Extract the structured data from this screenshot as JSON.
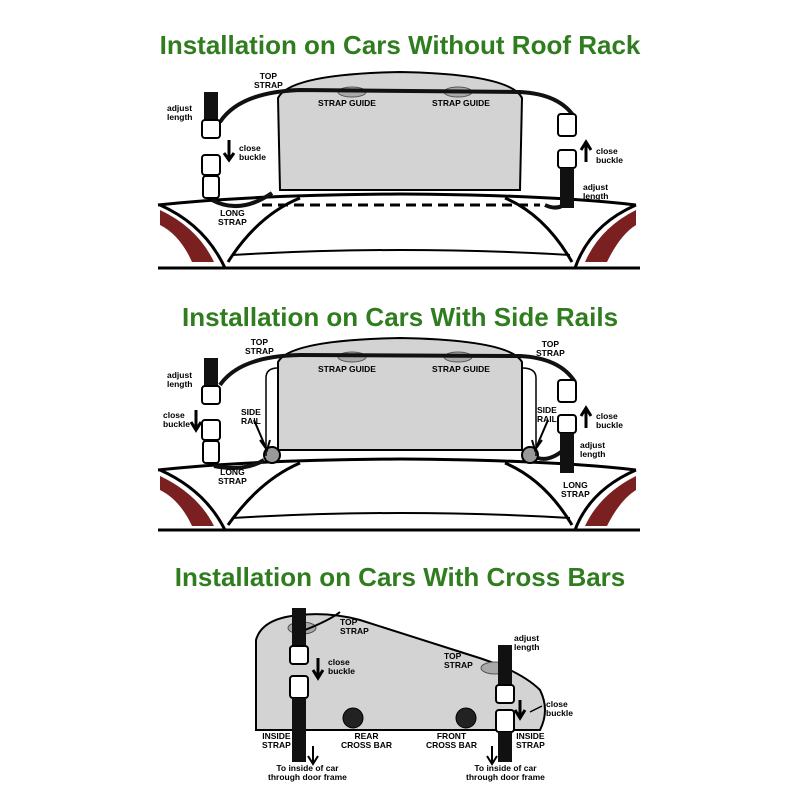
{
  "sections": [
    {
      "title": "Installation on Cars Without Roof Rack",
      "labels": {
        "top_strap": "TOP\nSTRAP",
        "strap_guide_left": "STRAP GUIDE",
        "strap_guide_right": "STRAP GUIDE",
        "adjust_length_left": "adjust\nlength",
        "close_buckle_left": "close\nbuckle",
        "long_strap": "LONG\nSTRAP",
        "close_buckle_right": "close\nbuckle",
        "adjust_length_right": "adjust\nlength"
      }
    },
    {
      "title": "Installation on Cars With Side Rails",
      "labels": {
        "top_strap_left": "TOP\nSTRAP",
        "top_strap_right": "TOP\nSTRAP",
        "strap_guide_left": "STRAP GUIDE",
        "strap_guide_right": "STRAP GUIDE",
        "adjust_length_left": "adjust\nlength",
        "close_buckle_left": "close\nbuckle",
        "side_rail_left": "SIDE\nRAIL",
        "long_strap_left": "LONG\nSTRAP",
        "side_rail_right": "SIDE\nRAIL",
        "close_buckle_right": "close\nbuckle",
        "adjust_length_right": "adjust\nlength",
        "long_strap_right": "LONG\nSTRAP"
      }
    },
    {
      "title": "Installation on Cars With Cross Bars",
      "labels": {
        "top_strap_left": "TOP\nSTRAP",
        "close_buckle_left": "close\nbuckle",
        "inside_strap_left": "INSIDE\nSTRAP",
        "rear_cross_bar": "REAR\nCROSS BAR",
        "to_inside_left": "To inside of car\nthrough door frame",
        "adjust_length": "adjust\nlength",
        "top_strap_right": "TOP\nSTRAP",
        "close_buckle_right": "close\nbuckle",
        "front_cross_bar": "FRONT\nCROSS BAR",
        "inside_strap_right": "INSIDE\nSTRAP",
        "to_inside_right": "To inside of car\nthrough door frame"
      }
    }
  ],
  "colors": {
    "title_green": "#2f7d1f",
    "bag_gray": "#d3d3d3",
    "strap_black": "#111111",
    "line_black": "#000000"
  }
}
